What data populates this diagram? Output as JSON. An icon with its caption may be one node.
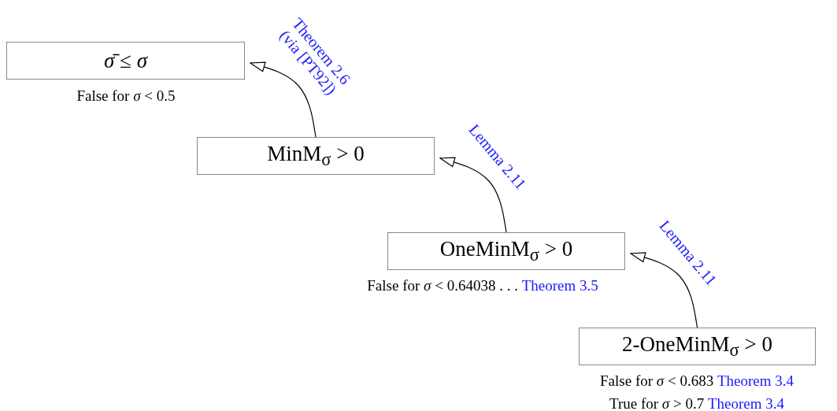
{
  "diagram": {
    "nodes": [
      {
        "text": [
          "*σ̄* ≤ *σ*"
        ],
        "beside": [
          "False for *σ* < 0.5"
        ]
      },
      {
        "text": [
          "MinM$_{σ}$ > 0"
        ]
      },
      {
        "text": [
          "OneMinM$_{σ}$ > 0"
        ],
        "beside": [
          "False for *σ* < 0.64038 . . .",
          "Theorem 3.5"
        ]
      },
      {
        "text": [
          "2-OneMinM$_{σ}$ > 0"
        ],
        "beside": [
          "False for *σ* < 0.683",
          "Theorem 3.4",
          "True for *σ* > 0.7",
          "Theorem 3.4"
        ]
      }
    ],
    "edges": [
      {
        "from": 1,
        "to": 0,
        "arrow": "to",
        "label": "Theorem 2.6 (via [PT92])"
      },
      {
        "from": 2,
        "to": 1,
        "arrow": "to",
        "label": "Lemma 2.11"
      },
      {
        "from": 3,
        "to": 2,
        "arrow": "to",
        "label": "Lemma 2.11"
      }
    ]
  }
}
